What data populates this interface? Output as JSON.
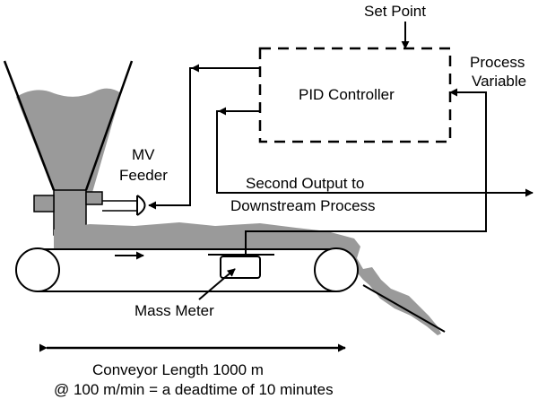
{
  "labels": {
    "set_point": "Set Point",
    "pid_controller": "PID Controller",
    "process_variable_line1": "Process",
    "process_variable_line2": "Variable",
    "mv_line1": "MV",
    "mv_line2": "Feeder",
    "second_output_line1": "Second Output to",
    "second_output_line2": "Downstream Process",
    "mass_meter": "Mass Meter",
    "conveyor_length": "Conveyor Length 1000 m",
    "deadtime_note": "@ 100 m/min = a deadtime of 10 minutes"
  },
  "colors": {
    "material": "#9a9a9a",
    "line": "#000000",
    "background": "#ffffff"
  }
}
